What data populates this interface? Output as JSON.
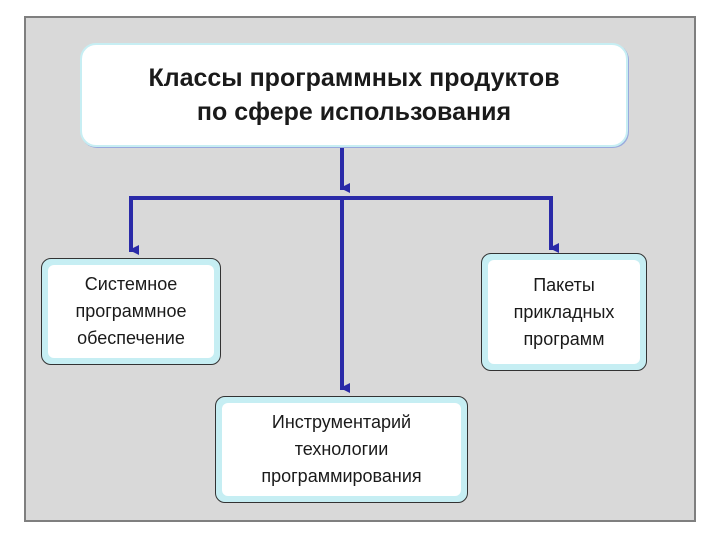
{
  "title": {
    "line1": "Классы программных продуктов",
    "line2": "по сфере использования"
  },
  "nodes": {
    "system": {
      "line1": "Системное",
      "line2": "программное",
      "line3": "обеспечение"
    },
    "tools": {
      "line1": "Инструментарий",
      "line2": "технологии",
      "line3": "программирования"
    },
    "packages": {
      "line1": "Пакеты",
      "line2": "прикладных",
      "line3": "программ"
    }
  },
  "colors": {
    "background_panel": "#d9d9d9",
    "node_fill": "#c6eef3",
    "connector": "#2a2aa8"
  }
}
